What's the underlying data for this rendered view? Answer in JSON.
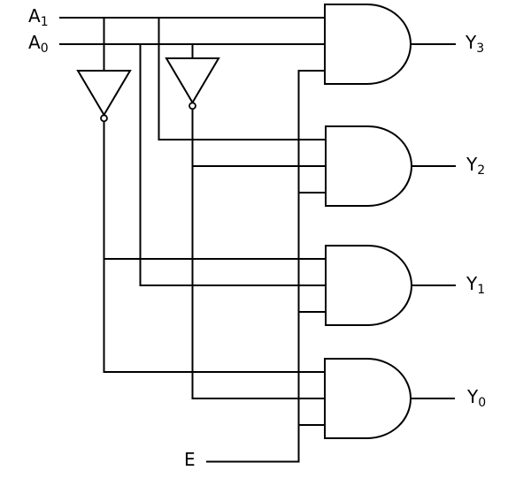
{
  "diagram": {
    "kind": "logic-circuit",
    "circuit": "2-to-4 decoder with enable",
    "inputs": [
      {
        "id": "A1",
        "base": "A",
        "sub": "1"
      },
      {
        "id": "A0",
        "base": "A",
        "sub": "0"
      }
    ],
    "enable": {
      "id": "E",
      "base": "E"
    },
    "outputs": [
      {
        "id": "Y3",
        "base": "Y",
        "sub": "3"
      },
      {
        "id": "Y2",
        "base": "Y",
        "sub": "2"
      },
      {
        "id": "Y1",
        "base": "Y",
        "sub": "1"
      },
      {
        "id": "Y0",
        "base": "Y",
        "sub": "0"
      }
    ],
    "inverters": [
      {
        "name": "not-a1",
        "type": "NOT",
        "input": "A1"
      },
      {
        "name": "not-a0",
        "type": "NOT",
        "input": "A0"
      }
    ],
    "gates": [
      {
        "name": "and-y3",
        "type": "AND",
        "inputs": [
          "A1",
          "A0",
          "E"
        ],
        "output": "Y3"
      },
      {
        "name": "and-y2",
        "type": "AND",
        "inputs": [
          "A1",
          "NOT A0",
          "E"
        ],
        "output": "Y2"
      },
      {
        "name": "and-y1",
        "type": "AND",
        "inputs": [
          "NOT A1",
          "A0",
          "E"
        ],
        "output": "Y1"
      },
      {
        "name": "and-y0",
        "type": "AND",
        "inputs": [
          "NOT A1",
          "NOT A0",
          "E"
        ],
        "output": "Y0"
      }
    ],
    "colors": {
      "line": "#000000",
      "background": "#ffffff"
    }
  }
}
